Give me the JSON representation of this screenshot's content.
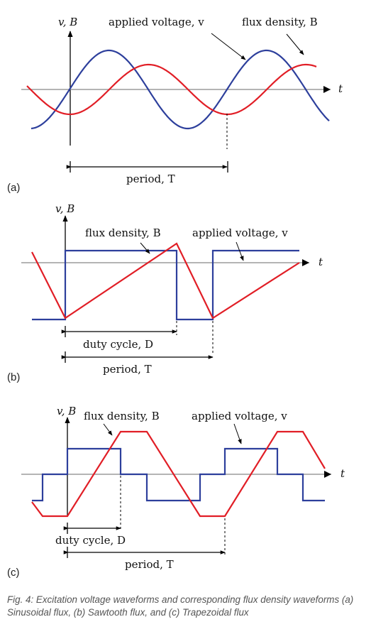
{
  "colors": {
    "voltage": "#2d3f9c",
    "flux": "#e11e26",
    "axis": "#000000",
    "ref": "#888888"
  },
  "panel_a": {
    "tag": "(a)",
    "axis_y": "v, B",
    "axis_x": "t",
    "voltage_label": "applied voltage, v",
    "flux_label": "flux density, B",
    "period_label": "period, T"
  },
  "panel_b": {
    "tag": "(b)",
    "axis_y": "v, B",
    "axis_x": "t",
    "flux_label": "flux density, B",
    "voltage_label": "applied voltage, v",
    "duty_label": "duty cycle, D",
    "period_label": "period, T"
  },
  "panel_c": {
    "tag": "(c)",
    "axis_y": "v, B",
    "axis_x": "t",
    "flux_label": "flux density, B",
    "voltage_label": "applied voltage, v",
    "duty_label": "duty cycle, D",
    "period_label": "period, T"
  },
  "caption": "Fig. 4: Excitation voltage waveforms and corresponding flux density waveforms (a) Sinusoidal flux, (b) Sawtooth flux, and (c) Trapezoidal flux"
}
